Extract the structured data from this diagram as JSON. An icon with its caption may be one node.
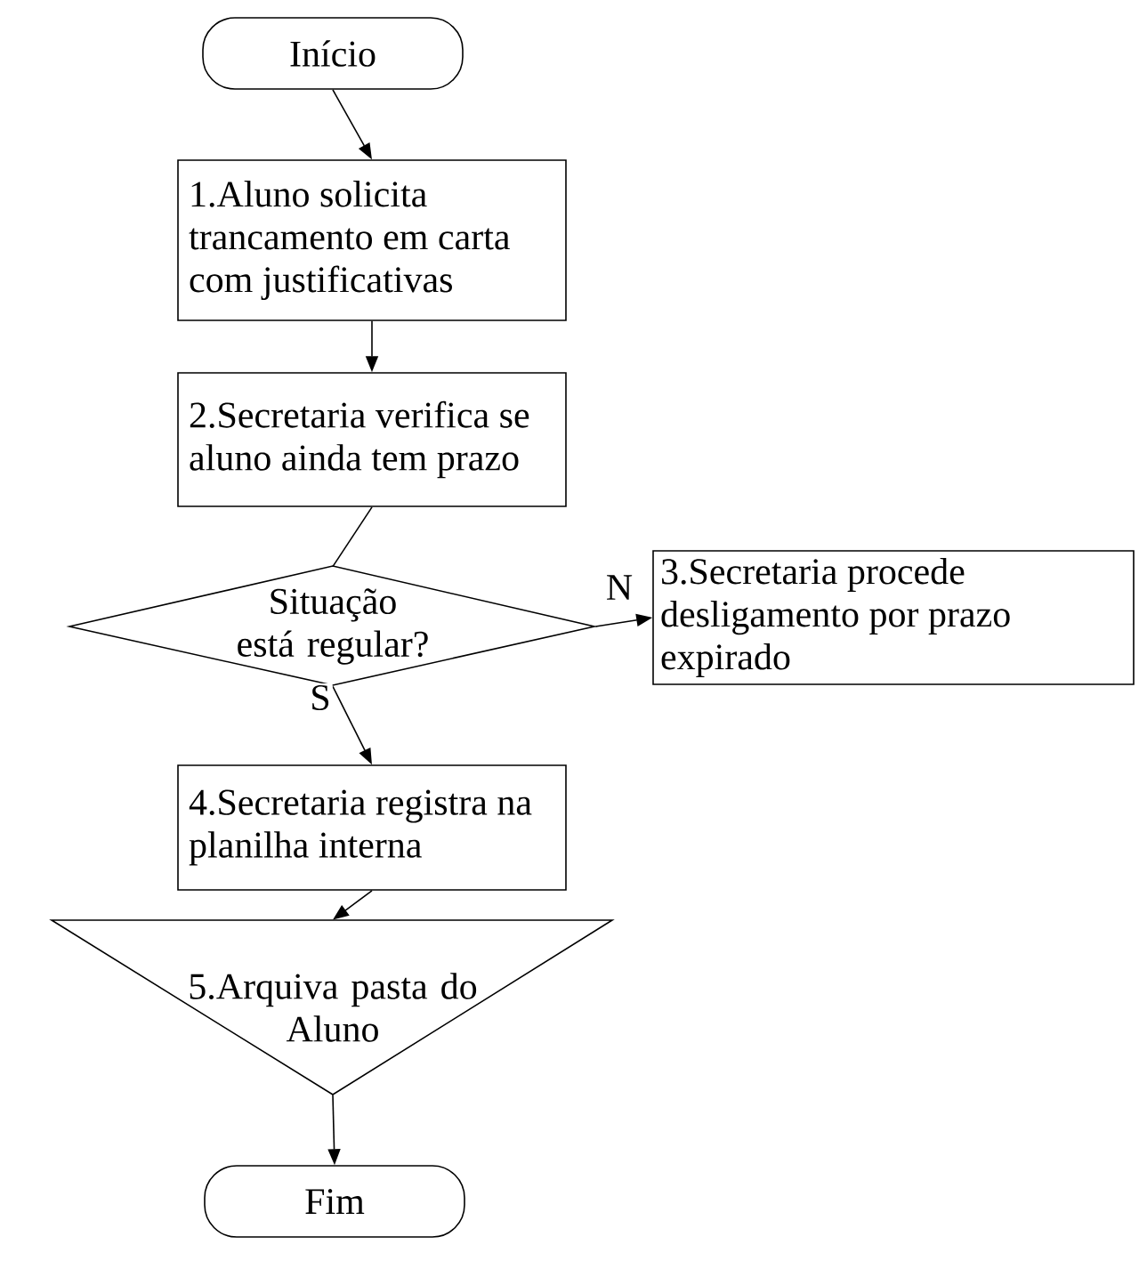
{
  "diagram": {
    "nodes": [
      {
        "text": [
          "Início"
        ]
      },
      {
        "text": [
          "1.Aluno solicita trancamento em carta com justificativas"
        ]
      },
      {
        "text": [
          "2.Secretaria verifica se aluno ainda tem prazo"
        ]
      },
      {
        "text": [
          "Situação está regular?"
        ]
      },
      {
        "text": [
          "3.Secretaria procede desligamento por prazo expirado"
        ]
      },
      {
        "text": [
          "4.Secretaria registra na planilha interna"
        ]
      },
      {
        "text": [
          "5.Arquiva pasta do Aluno"
        ]
      },
      {
        "text": [
          "Fim"
        ]
      }
    ],
    "edges": [
      {
        "from": 0,
        "to": 1,
        "arrow": "to"
      },
      {
        "from": 1,
        "to": 2,
        "arrow": "to"
      },
      {
        "from": 2,
        "to": 3,
        "arrow": "none"
      },
      {
        "from": 3,
        "to": 4,
        "arrow": "to",
        "label": "N"
      },
      {
        "from": 3,
        "to": 5,
        "arrow": "to",
        "label": "S"
      },
      {
        "from": 5,
        "to": 6,
        "arrow": "to"
      },
      {
        "from": 6,
        "to": 7,
        "arrow": "to"
      }
    ]
  }
}
